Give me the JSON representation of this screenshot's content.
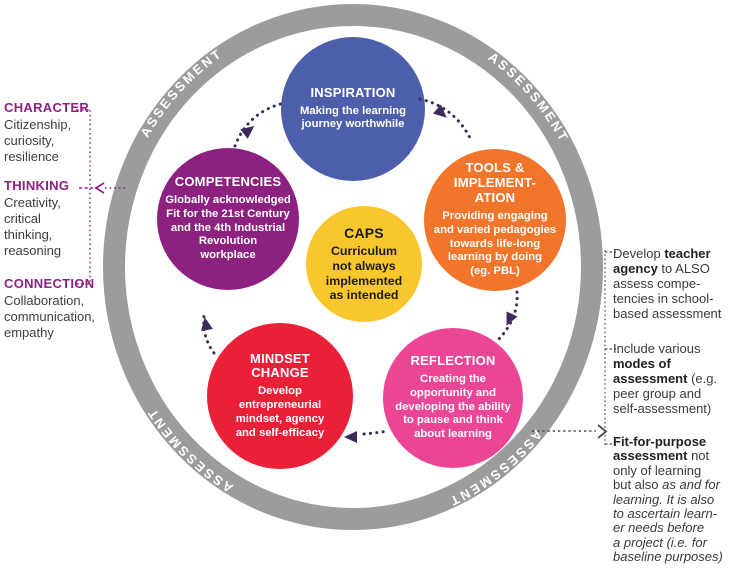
{
  "diagram": {
    "ring_label": "ASSESSMENT",
    "colors": {
      "ring_gray": "#9c9c9e",
      "inspiration_blue": "#4d5fab",
      "tools_orange": "#f1752a",
      "competencies_purple": "#8c2180",
      "caps_yellow": "#f8c72d",
      "mindset_red": "#e92038",
      "reflection_pink": "#eb4695",
      "arrow_purple": "#3c2a5a",
      "side_heading_purple": "#8e2283",
      "body_text": "#3e3e40"
    }
  },
  "circles": {
    "inspiration": {
      "title": "INSPIRATION",
      "body": "Making the learning\njourney worthwhile"
    },
    "tools": {
      "title": "TOOLS &\nIMPLEMENT-\nATION",
      "body": "Providing engaging\nand varied pedagogies\ntowards life-long\nlearning by doing\n(eg. PBL)"
    },
    "competencies": {
      "title": "COMPETENCIES",
      "body": "Globally acknowledged\nFit for the 21st Century\nand the 4th Industrial\nRevolution\nworkplace"
    },
    "caps": {
      "title": "CAPS",
      "body": "Curriculum\nnot always\nimplemented\nas intended"
    },
    "mindset": {
      "title": "MINDSET\nCHANGE",
      "body": "Develop\nentrepreneurial\nmindset, agency\nand self-efficacy"
    },
    "reflection": {
      "title": "REFLECTION",
      "body": "Creating the\nopportunity and\ndeveloping the ability\nto pause and think\nabout learning"
    }
  },
  "left_notes": [
    {
      "heading": "CHARACTER",
      "body": "Citizenship,\ncuriosity,\nresilience"
    },
    {
      "heading": "THINKING",
      "body": "Creativity,\ncritical\nthinking,\nreasoning"
    },
    {
      "heading": "CONNECTION",
      "body": "Collaboration,\ncommunication,\nempathy"
    }
  ],
  "right_notes": [
    {
      "segments": [
        {
          "text": "Develop "
        },
        {
          "text": "teacher\nagency",
          "bold": true
        },
        {
          "text": " to ALSO\nassess compe-\ntencies in school-\nbased assessment"
        }
      ]
    },
    {
      "segments": [
        {
          "text": "Include various\n"
        },
        {
          "text": "modes of\nassessment",
          "bold": true
        },
        {
          "text": " (e.g.\npeer group and\nself-assessment)"
        }
      ]
    },
    {
      "segments": [
        {
          "text": "Fit-for-purpose\nassessment",
          "bold": true
        },
        {
          "text": " not\nonly of learning\nbut also "
        },
        {
          "text": "as and for\nlearning. It is also\nto ascertain learn-\ner needs before\na project (i.e. for\nbaseline purposes)",
          "italic": true
        }
      ]
    }
  ]
}
